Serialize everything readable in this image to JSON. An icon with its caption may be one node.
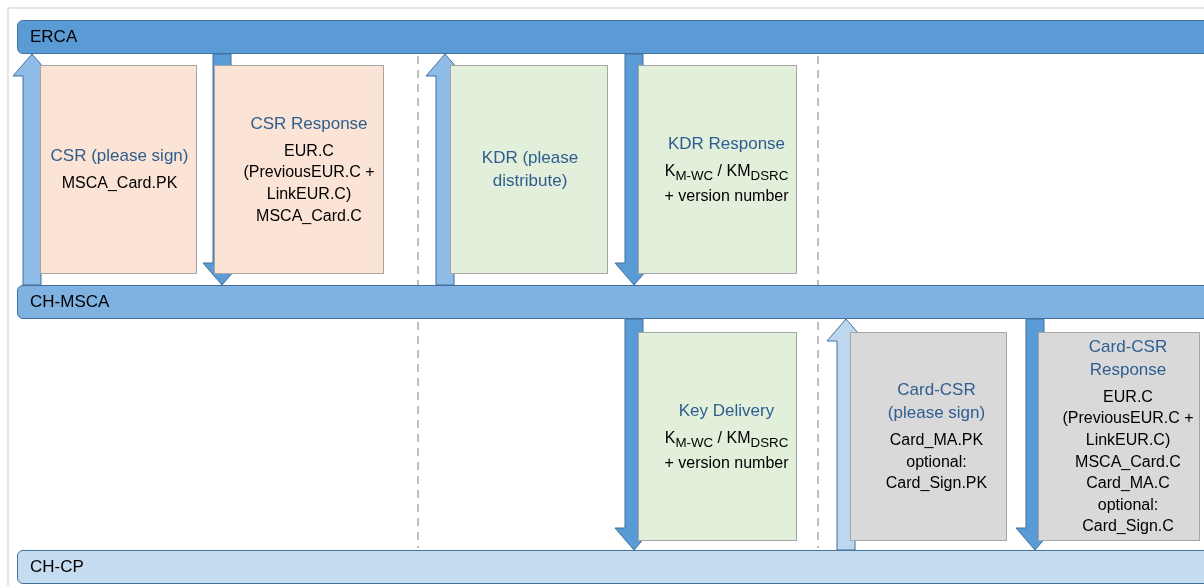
{
  "diagram": {
    "nodes": [
      {
        "text": [
          "ERCA"
        ]
      },
      {
        "text": [
          "CH-MSCA"
        ]
      },
      {
        "text": [
          "CH-CP"
        ]
      },
      {
        "text": [
          "CSR (please sign)",
          "MSCA_Card.PK"
        ]
      },
      {
        "text": [
          "CSR Response",
          "EUR.C (PreviousEUR.C + LinkEUR.C) MSCA_Card.C"
        ]
      },
      {
        "text": [
          "KDR (please distribute)"
        ]
      },
      {
        "text": [
          "KDR Response",
          "K$_{M-WC}$ / KM$_{DSRC}$ + version number"
        ]
      },
      {
        "text": [
          "Key Delivery",
          "K$_{M-WC}$ / KM$_{DSRC}$ + version number"
        ]
      },
      {
        "text": [
          "Card-CSR (please sign)",
          "Card_MA.PK optional: Card_Sign.PK"
        ]
      },
      {
        "text": [
          "Card-CSR Response",
          "EUR.C (PreviousEUR.C + LinkEUR.C) MSCA_Card.C Card_MA.C optional: Card_Sign.C"
        ]
      }
    ],
    "edges": [
      {
        "from": 1,
        "to": 0,
        "arrow": "to"
      },
      {
        "from": 0,
        "to": 1,
        "arrow": "to"
      },
      {
        "from": 1,
        "to": 0,
        "arrow": "to"
      },
      {
        "from": 0,
        "to": 1,
        "arrow": "to"
      },
      {
        "from": 1,
        "to": 2,
        "arrow": "to"
      },
      {
        "from": 2,
        "to": 1,
        "arrow": "to"
      },
      {
        "from": 1,
        "to": 2,
        "arrow": "to"
      }
    ]
  }
}
